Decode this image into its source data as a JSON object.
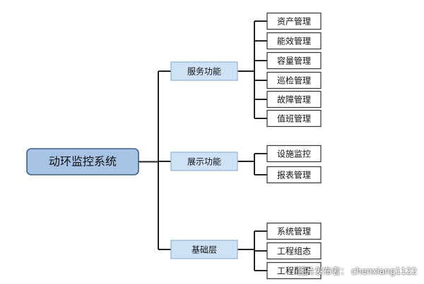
{
  "colors": {
    "root_fill": "#a7c4e6",
    "mid_fill": "#cfe1f5"
  },
  "root": {
    "label": "动环监控系统"
  },
  "groups": [
    {
      "label": "服务功能",
      "items": [
        "资产管理",
        "能效管理",
        "容量管理",
        "巡检管理",
        "故障管理",
        "值班管理"
      ]
    },
    {
      "label": "展示功能",
      "items": [
        "设施监控",
        "报表管理"
      ]
    },
    {
      "label": "基础层",
      "items": [
        "系统管理",
        "工程组态",
        "工程配置"
      ]
    }
  ],
  "watermark": {
    "text": "图片发布者： chenxiang1122"
  }
}
